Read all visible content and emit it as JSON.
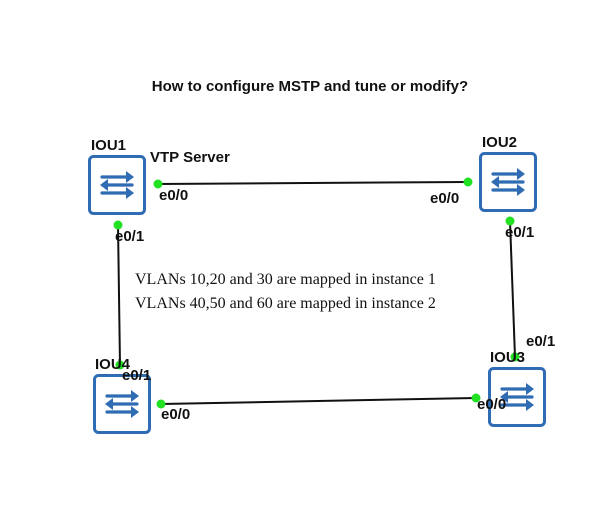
{
  "title": "How to configure MSTP and tune or modify?",
  "colors": {
    "switch_border": "#2f6cb3",
    "switch_arrows": "#2f6cb3",
    "link": "#111111",
    "port_dot": "#22e022"
  },
  "devices": [
    {
      "name": "IOU1",
      "icon": "switch-icon",
      "role": "VTP Server"
    },
    {
      "name": "IOU2",
      "icon": "switch-icon"
    },
    {
      "name": "IOU3",
      "icon": "switch-icon"
    },
    {
      "name": "IOU4",
      "icon": "switch-icon"
    }
  ],
  "links": [
    {
      "a": "IOU1",
      "a_port": "e0/0",
      "b": "IOU2",
      "b_port": "e0/0"
    },
    {
      "a": "IOU2",
      "a_port": "e0/1",
      "b": "IOU3",
      "b_port": "e0/1"
    },
    {
      "a": "IOU3",
      "a_port": "e0/0",
      "b": "IOU4",
      "b_port": "e0/0"
    },
    {
      "a": "IOU4",
      "a_port": "e0/1",
      "b": "IOU1",
      "b_port": "e0/1"
    }
  ],
  "notes": [
    "VLANs 10,20 and 30 are mapped in instance 1",
    "VLANs 40,50 and 60 are mapped in instance 2"
  ]
}
